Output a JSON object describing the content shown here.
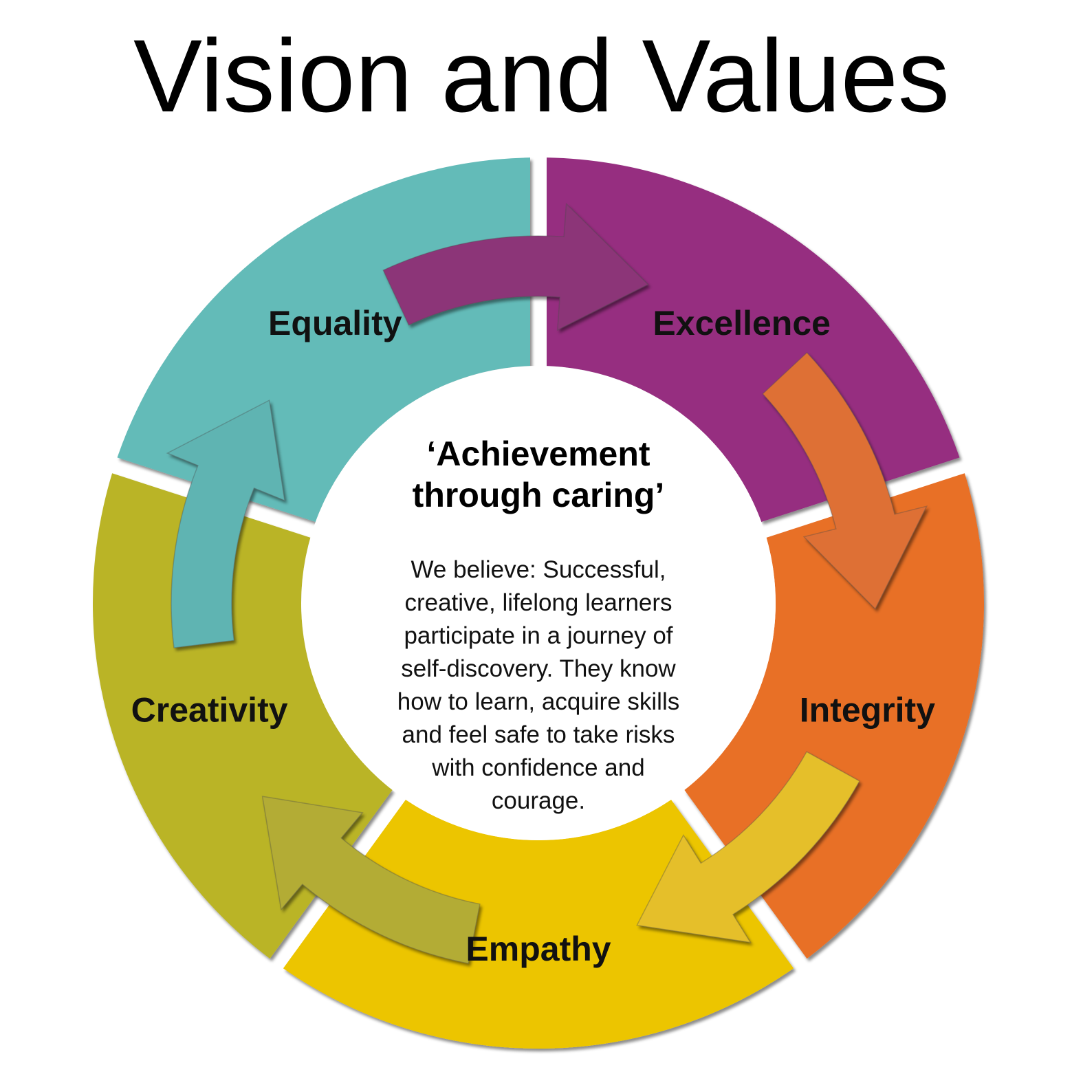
{
  "title": "Vision and Values",
  "center": {
    "motto": [
      "‘Achievement",
      "through caring’"
    ],
    "belief": [
      "We believe: Successful,",
      "creative, lifelong learners",
      "participate in a journey of",
      "self-discovery. They know",
      "how to learn, acquire skills",
      "and feel safe to take risks",
      "with confidence and",
      "courage."
    ]
  },
  "segments": [
    {
      "label": "Excellence",
      "color": "#962f80",
      "arrow_color": "#8c3678"
    },
    {
      "label": "Integrity",
      "color": "#e86f28",
      "arrow_color": "#de7035"
    },
    {
      "label": "Empathy",
      "color": "#ecc505",
      "arrow_color": "#e5bf2b"
    },
    {
      "label": "Creativity",
      "color": "#bab427",
      "arrow_color": "#b3ac35"
    },
    {
      "label": "Equality",
      "color": "#63bbb8",
      "arrow_color": "#5fb4b2"
    }
  ]
}
